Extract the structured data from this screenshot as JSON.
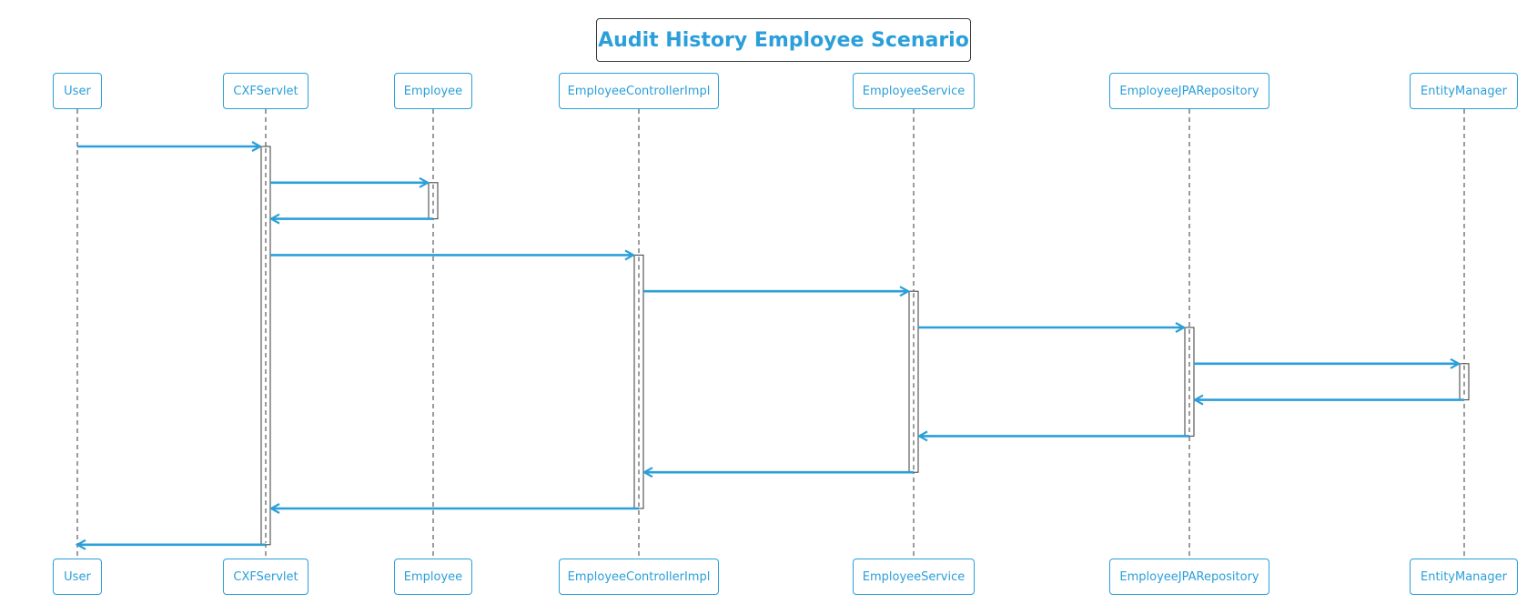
{
  "title": "Audit History Employee Scenario",
  "colors": {
    "accent": "#2b9fd9",
    "lifeline": "#3a3a3a",
    "activation": "#3a3a3a"
  },
  "participants": [
    {
      "id": "user",
      "label": "User"
    },
    {
      "id": "cxfservlet",
      "label": "CXFServlet"
    },
    {
      "id": "employee",
      "label": "Employee"
    },
    {
      "id": "controller",
      "label": "EmployeeControllerImpl"
    },
    {
      "id": "service",
      "label": "EmployeeService"
    },
    {
      "id": "repository",
      "label": "EmployeeJPARepository"
    },
    {
      "id": "entitymanager",
      "label": "EntityManager"
    }
  ],
  "messages": [
    {
      "from": "user",
      "to": "cxfservlet",
      "kind": "call"
    },
    {
      "from": "cxfservlet",
      "to": "employee",
      "kind": "call"
    },
    {
      "from": "employee",
      "to": "cxfservlet",
      "kind": "return"
    },
    {
      "from": "cxfservlet",
      "to": "controller",
      "kind": "call"
    },
    {
      "from": "controller",
      "to": "service",
      "kind": "call"
    },
    {
      "from": "service",
      "to": "repository",
      "kind": "call"
    },
    {
      "from": "repository",
      "to": "entitymanager",
      "kind": "call"
    },
    {
      "from": "entitymanager",
      "to": "repository",
      "kind": "return"
    },
    {
      "from": "repository",
      "to": "service",
      "kind": "return"
    },
    {
      "from": "service",
      "to": "controller",
      "kind": "return"
    },
    {
      "from": "controller",
      "to": "cxfservlet",
      "kind": "return"
    },
    {
      "from": "cxfservlet",
      "to": "user",
      "kind": "return"
    }
  ]
}
